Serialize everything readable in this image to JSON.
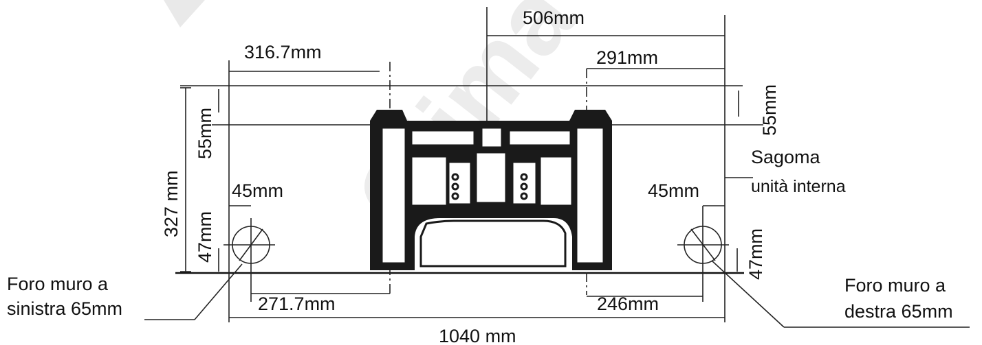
{
  "dimensions": {
    "top_center": "506mm",
    "top_left": "316.7mm",
    "top_right": "291mm",
    "right_top_vertical": "55mm",
    "left_top_vertical": "55mm",
    "total_height": "327 mm",
    "left_hole_offset": "45mm",
    "right_hole_offset": "45mm",
    "left_bottom_vertical": "47mm",
    "right_bottom_vertical": "47mm",
    "bottom_left": "271.7mm",
    "bottom_right": "246mm",
    "total_width": "1040 mm"
  },
  "labels": {
    "outline_line1": "Sagoma",
    "outline_line2": "unità interna",
    "left_hole_line1": "Foro muro a",
    "left_hole_line2": "sinistra 65mm",
    "right_hole_line1": "Foro muro a",
    "right_hole_line2": "destra 65mm"
  },
  "watermark": "Clima"
}
